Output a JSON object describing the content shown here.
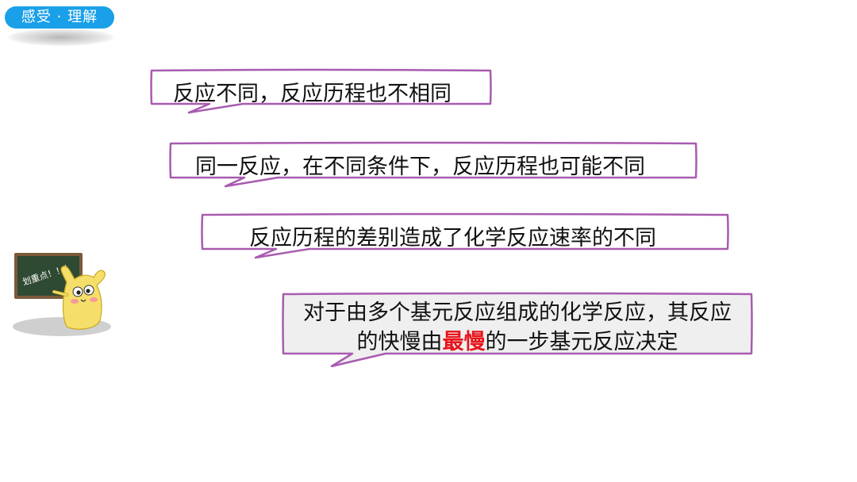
{
  "badge": {
    "label": "感受 · 理解"
  },
  "mascot": {
    "board_text": "划重点！！！",
    "colors": {
      "board": "#2f4a33",
      "frame": "#7a5a3a",
      "body": "#f6de6a",
      "cheek": "#f39a9a"
    }
  },
  "bubbles": [
    {
      "text": "反应不同，反应历程也不相同"
    },
    {
      "text": "同一反应，在不同条件下，反应历程也可能不同"
    },
    {
      "text": "反应历程的差别造成了化学反应速率的不同"
    },
    {
      "line1": "对于由多个基元反应组成的化学反应，其反应",
      "line2_prefix": "的快慢由",
      "line2_emphasis": "最慢",
      "line2_suffix": "的一步基元反应决定"
    }
  ],
  "colors": {
    "bubble_border": "#a85bb0",
    "bubble_fill_last": "#efefef",
    "badge": "#1aa0e8",
    "emphasis": "#e8141b"
  }
}
